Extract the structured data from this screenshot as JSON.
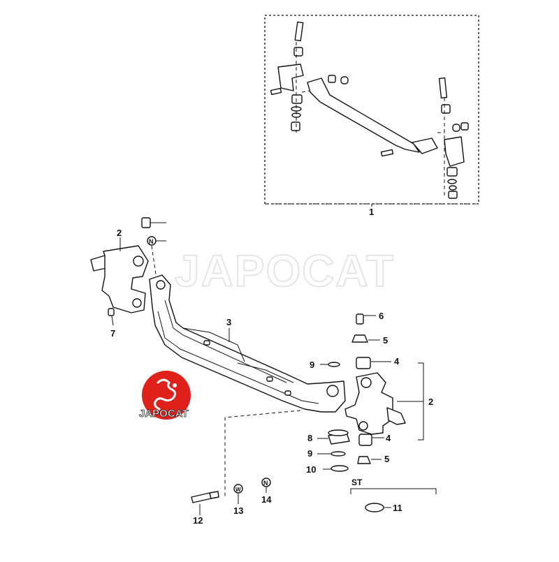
{
  "diagram": {
    "callouts": {
      "c1": "1",
      "c2_left": "2",
      "c2_right": "2",
      "c3": "3",
      "c4_upper": "4",
      "c4_lower": "4",
      "c5_upper": "5",
      "c5_lower": "5",
      "c6": "6",
      "c7": "7",
      "c8": "8",
      "c9_upper": "9",
      "c9_lower": "9",
      "c10": "10",
      "c11": "11",
      "c12": "12",
      "c13": "13",
      "c14": "14"
    },
    "markers": {
      "n_top": "N",
      "n_bottom": "N",
      "w_bottom": "W"
    },
    "group_label": "ST"
  },
  "watermark": {
    "text": "JAPOCAT"
  },
  "logo": {
    "text": "JAPOCAT",
    "color": "#e0201b"
  }
}
